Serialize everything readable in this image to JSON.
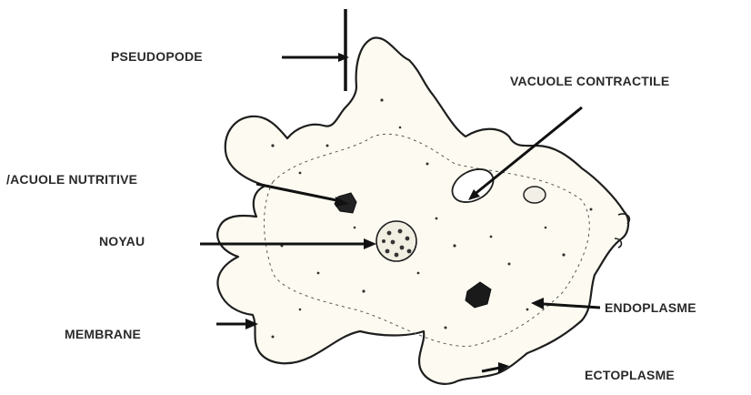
{
  "labels": {
    "pseudopode": "PSEUDOPODE",
    "vacuole_contractile": "VACUOLE CONTRACTILE",
    "vacuole_nutritive": "/ACUOLE NUTRITIVE",
    "noyau": "NOYAU",
    "membrane": "MEMBRANE",
    "endoplasme": "ENDOPLASME",
    "ectoplasme": "ECTOPLASME"
  },
  "colors": {
    "background": "#ffffff",
    "cell_fill": "#fdfbf1",
    "ink": "#1e1e1e",
    "label_text": "#2a2a2a"
  }
}
